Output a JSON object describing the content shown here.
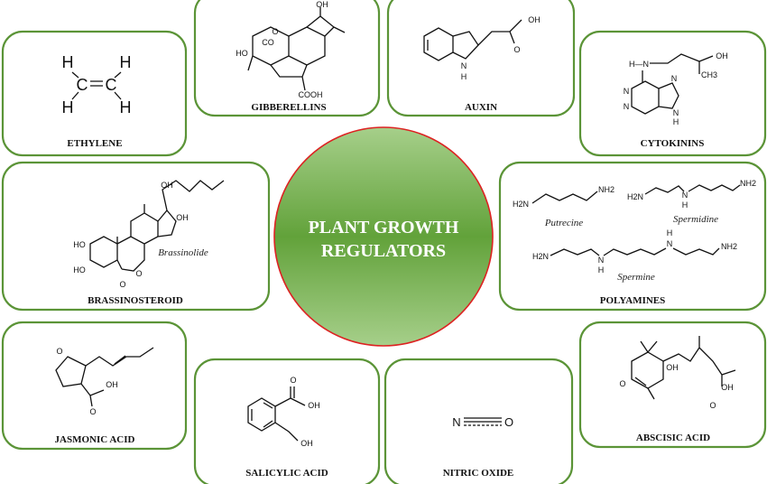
{
  "center": {
    "line1": "PLANT GROWTH",
    "line2": "REGULATORS"
  },
  "colors": {
    "border": "#5b9437",
    "circle": "#6aa83f",
    "circle_edge": "#d22"
  },
  "ethylene": {
    "label": "ETHYLENE",
    "atoms": [
      "H",
      "H",
      "H",
      "H",
      "C",
      "C"
    ]
  },
  "gibberellins": {
    "label": "GIBBERELLINS",
    "atoms": [
      "OH",
      "HO",
      "CO",
      "O",
      "COOH"
    ]
  },
  "auxin": {
    "label": "AUXIN",
    "atoms": [
      "OH",
      "O",
      "N",
      "H"
    ]
  },
  "cytokinins": {
    "label": "CYTOKININS",
    "atoms": [
      "H—N",
      "OH",
      "N",
      "N",
      "N",
      "N",
      "H",
      "CH3"
    ]
  },
  "brassinosteroid": {
    "label": "BRASSINOSTEROID",
    "compound": "Brassinolide",
    "atoms": [
      "OH",
      "OH",
      "HO",
      "HO",
      "O",
      "O"
    ]
  },
  "polyamines": {
    "label": "POLYAMINES",
    "compounds": [
      "Putrecine",
      "Spermidine",
      "Spermine"
    ],
    "atoms": [
      "H2N",
      "NH2",
      "H2N",
      "N",
      "H",
      "NH2",
      "H2N",
      "N",
      "H",
      "H",
      "N",
      "NH2"
    ]
  },
  "jasmonic": {
    "label": "JASMONIC ACID",
    "atoms": [
      "O",
      "OH",
      "O"
    ]
  },
  "salicylic": {
    "label": "SALICYLIC ACID",
    "atoms": [
      "O",
      "OH",
      "OH"
    ]
  },
  "nitric": {
    "label": "NITRIC OXIDE",
    "atoms": [
      "N",
      "O"
    ]
  },
  "abscisic": {
    "label": "ABSCISIC ACID",
    "atoms": [
      "O",
      "OH",
      "OH",
      "O"
    ]
  }
}
